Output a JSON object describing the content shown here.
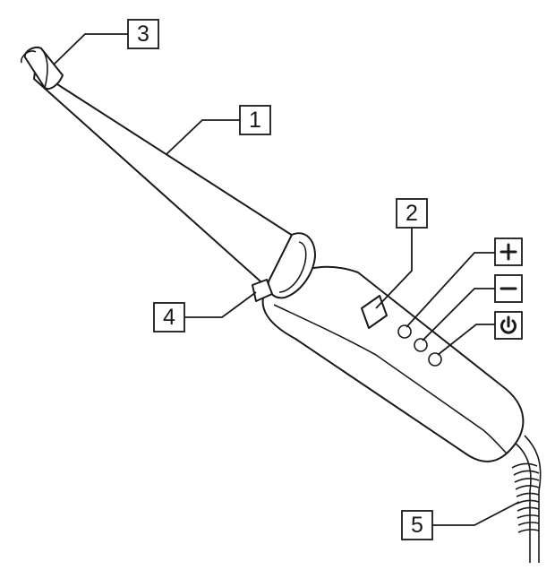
{
  "diagram": {
    "callouts": [
      {
        "id": "1",
        "label": "1"
      },
      {
        "id": "2",
        "label": "2"
      },
      {
        "id": "3",
        "label": "3"
      },
      {
        "id": "4",
        "label": "4"
      },
      {
        "id": "5",
        "label": "5"
      }
    ],
    "control_buttons": [
      {
        "icon": "plus-icon"
      },
      {
        "icon": "minus-icon"
      },
      {
        "icon": "power-icon"
      }
    ]
  }
}
